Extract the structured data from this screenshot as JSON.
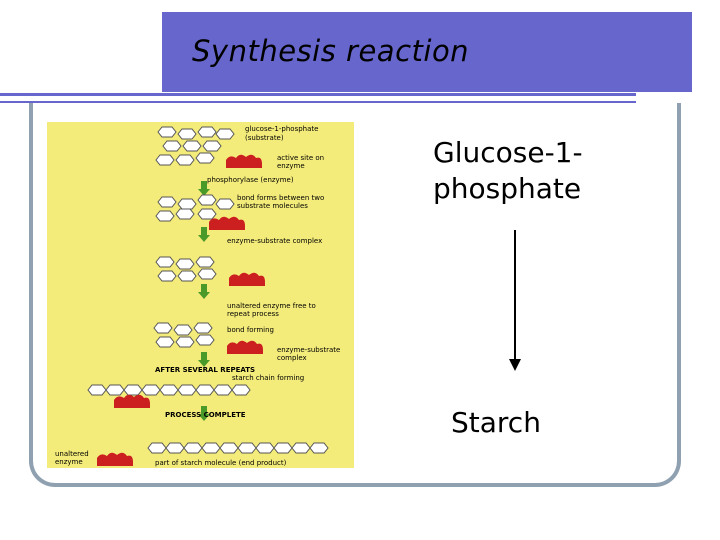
{
  "slide": {
    "title": "Synthesis reaction",
    "reactant": "Glucose-1-phosphate",
    "reactant_line1": "Glucose-1-",
    "reactant_line2": "phosphate",
    "product": "Starch"
  },
  "figure": {
    "labels": {
      "substrate": "glucose-1-phosphate",
      "substrate_sub": "(substrate)",
      "active_site_1": "active site on",
      "active_site_2": "enzyme",
      "enzyme": "phosphorylase (enzyme)",
      "bond_forms_1": "bond forms between two",
      "bond_forms_2": "substrate molecules",
      "complex": "enzyme-substrate complex",
      "unaltered_1": "unaltered enzyme free to",
      "unaltered_2": "repeat process",
      "bond_forming": "bond forming",
      "complex2_1": "enzyme-substrate",
      "complex2_2": "complex",
      "after": "AFTER SEVERAL REPEATS",
      "chain": "starch chain forming",
      "complete": "PROCESS COMPLETE",
      "unaltered_enzyme_1": "unaltered",
      "unaltered_enzyme_2": "enzyme",
      "end_product": "part of starch molecule (end product)"
    },
    "colors": {
      "background": "#f4ec7a",
      "enzyme": "#cc1f1f",
      "arrow": "#4a9a2a",
      "molecule_fill": "#ffffff",
      "molecule_stroke": "#555555"
    }
  }
}
